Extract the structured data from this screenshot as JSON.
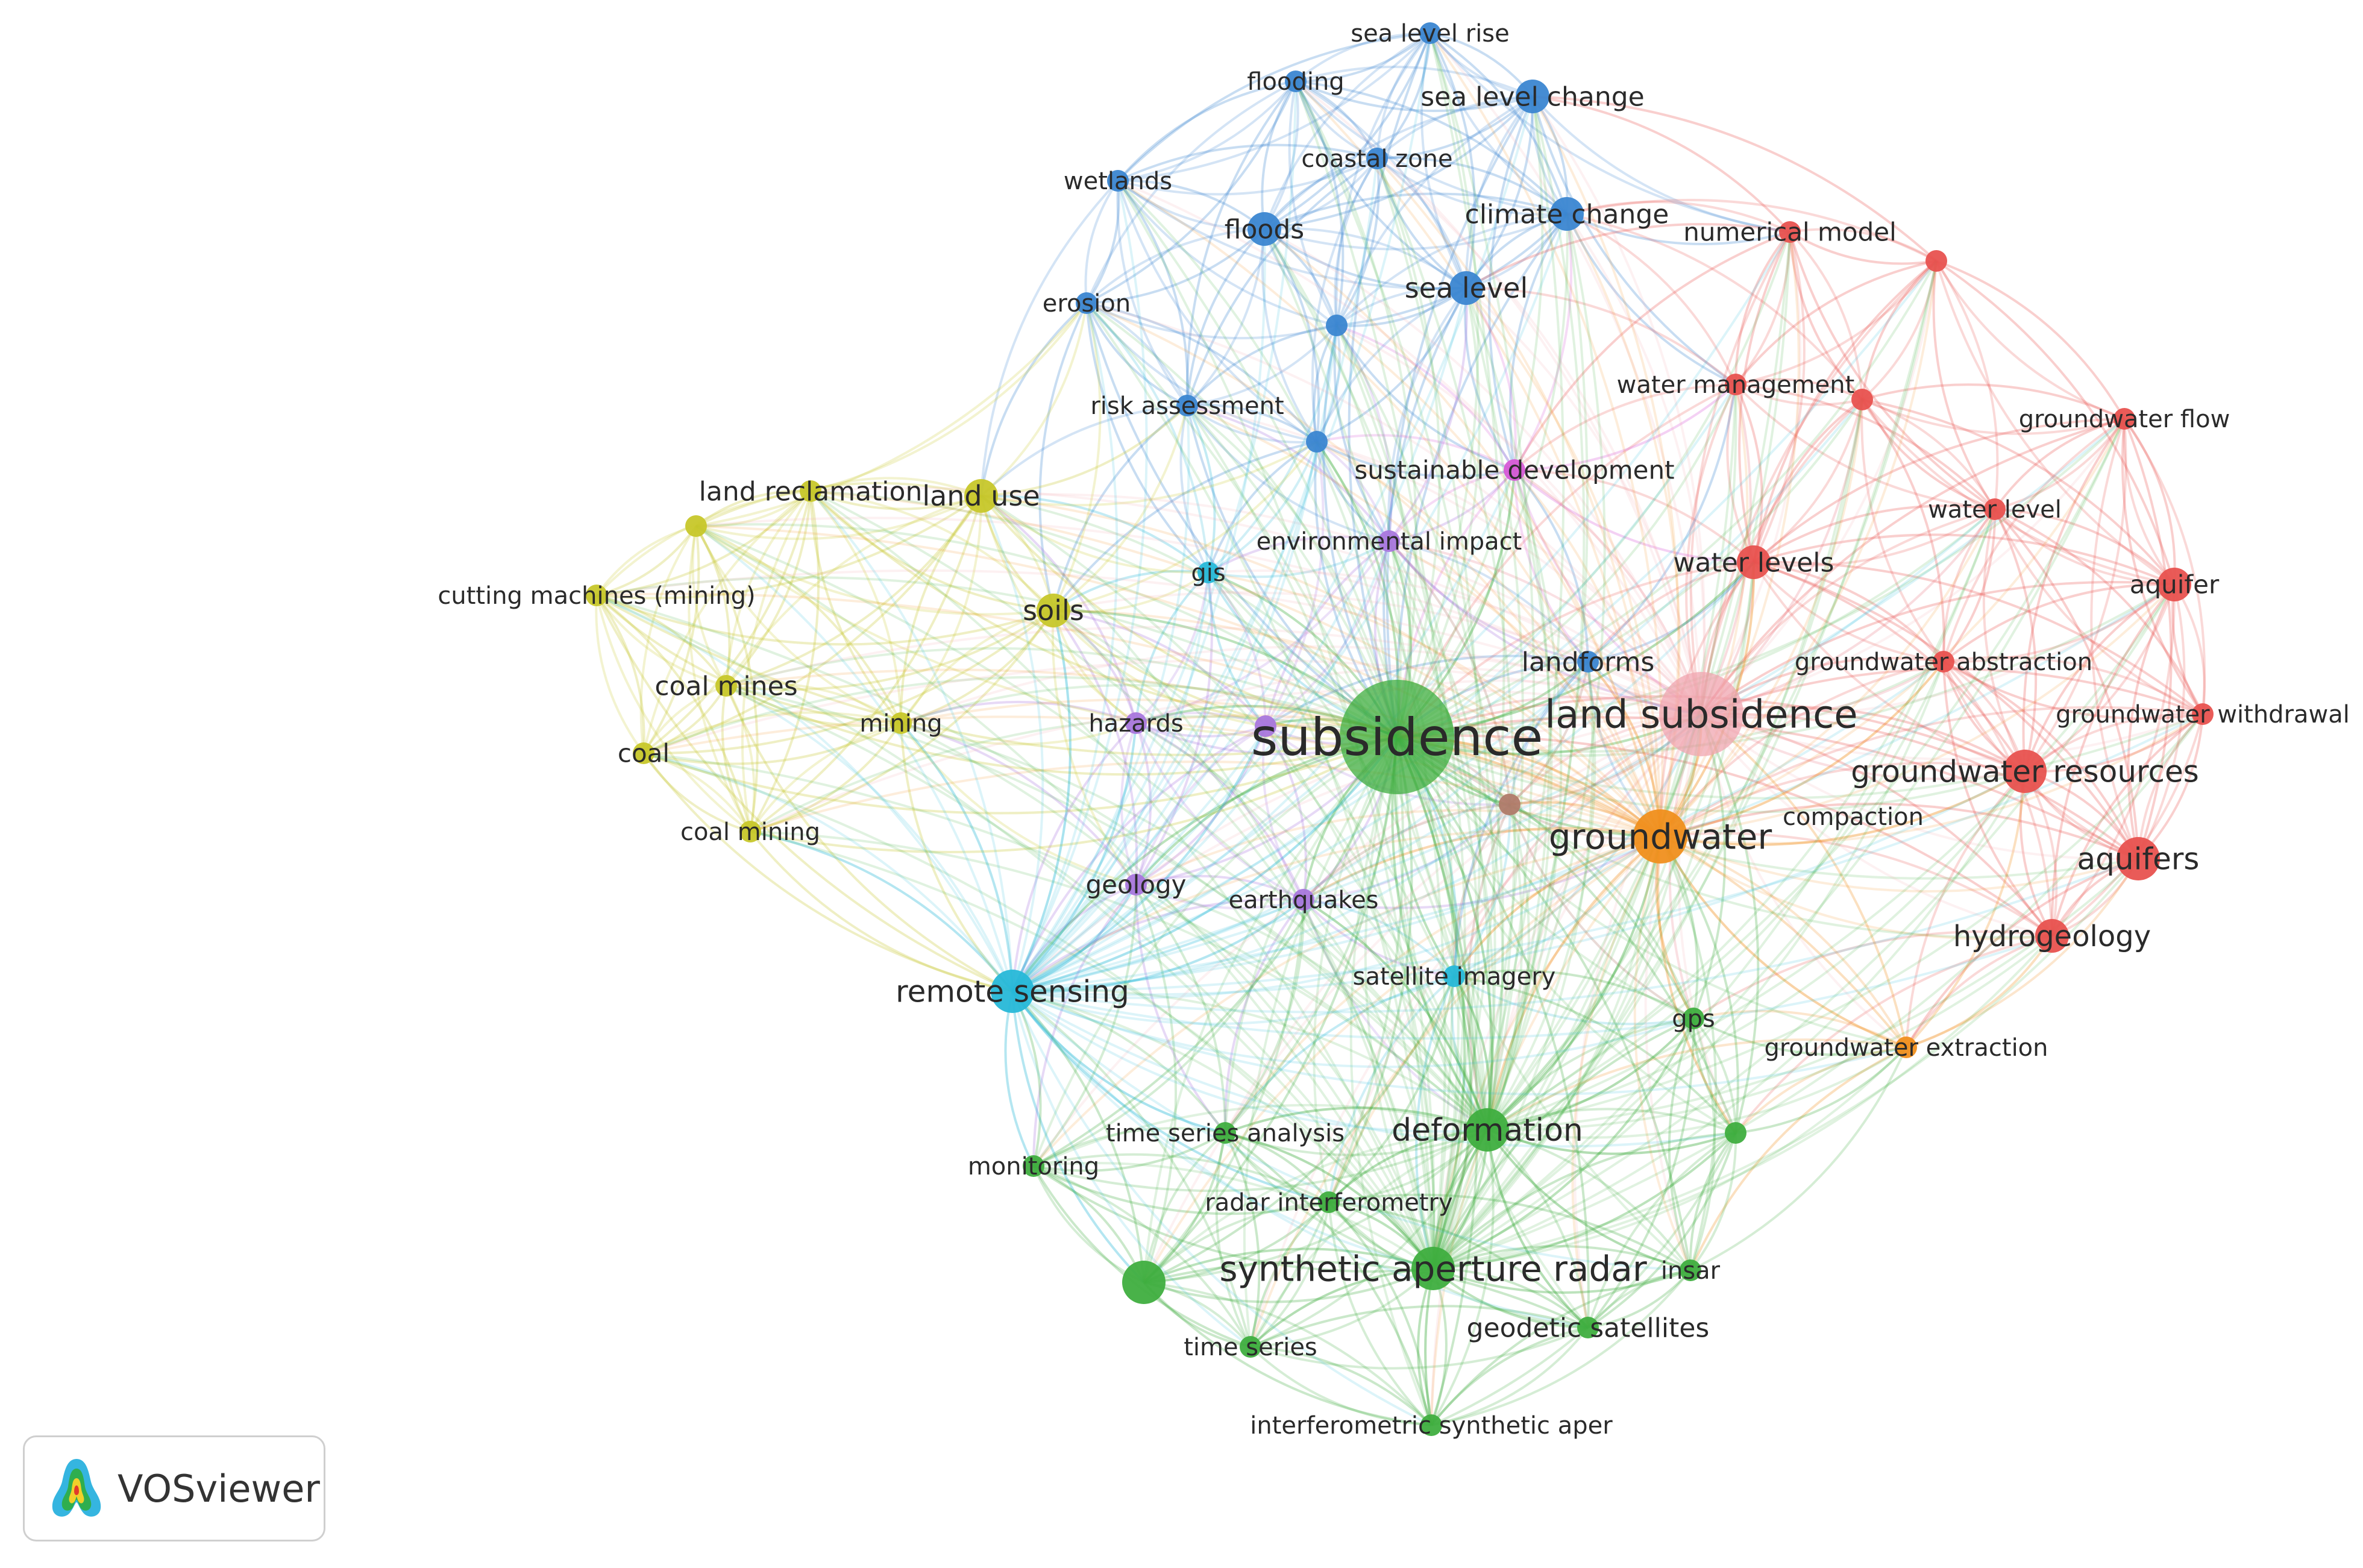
{
  "app": {
    "brand": "VOSviewer"
  },
  "clusters": {
    "red": "#e8524f",
    "green": "#3fae3f",
    "blue": "#3b86d1",
    "yellow": "#c7c72a",
    "purple": "#a977dd",
    "cyan": "#27b8d8",
    "orange": "#f08f1e",
    "pink": "#f0a5b0",
    "brown": "#b07b6a",
    "magenta": "#d65ad6"
  },
  "nodes": [
    {
      "id": "subsidence",
      "label": "subsidence",
      "cluster": "green",
      "weight": 10
    },
    {
      "id": "land_subsidence",
      "label": "land subsidence",
      "cluster": "pink",
      "weight": 7
    },
    {
      "id": "groundwater",
      "label": "groundwater",
      "cluster": "orange",
      "weight": 6
    },
    {
      "id": "synthetic_aperture_radar",
      "label": "synthetic aperture radar",
      "cluster": "green",
      "weight": 5
    },
    {
      "id": "deformation",
      "label": "deformation",
      "cluster": "green",
      "weight": 5
    },
    {
      "id": "remote_sensing",
      "label": "remote sensing",
      "cluster": "cyan",
      "weight": 5
    },
    {
      "id": "groundwater_resources",
      "label": "groundwater resources",
      "cluster": "red",
      "weight": 5
    },
    {
      "id": "aquifers",
      "label": "aquifers",
      "cluster": "red",
      "weight": 5
    },
    {
      "id": "hydrogeology",
      "label": "hydrogeology",
      "cluster": "red",
      "weight": 4
    },
    {
      "id": "sea_level",
      "label": "sea level",
      "cluster": "blue",
      "weight": 4
    },
    {
      "id": "climate_change",
      "label": "climate change",
      "cluster": "blue",
      "weight": 4
    },
    {
      "id": "sea_level_change",
      "label": "sea level change",
      "cluster": "blue",
      "weight": 4
    },
    {
      "id": "sea_level_rise",
      "label": "sea level rise",
      "cluster": "blue",
      "weight": 3
    },
    {
      "id": "flooding",
      "label": "flooding",
      "cluster": "blue",
      "weight": 3
    },
    {
      "id": "coastal_zone",
      "label": "coastal zone",
      "cluster": "blue",
      "weight": 3
    },
    {
      "id": "wetlands",
      "label": "wetlands",
      "cluster": "blue",
      "weight": 3
    },
    {
      "id": "floods",
      "label": "floods",
      "cluster": "blue",
      "weight": 4
    },
    {
      "id": "erosion",
      "label": "erosion",
      "cluster": "blue",
      "weight": 3
    },
    {
      "id": "risk_assessment",
      "label": "risk assessment",
      "cluster": "blue",
      "weight": 3
    },
    {
      "id": "blue_unlabeled_1",
      "label": "",
      "cluster": "blue",
      "weight": 3
    },
    {
      "id": "blue_unlabeled_2",
      "label": "",
      "cluster": "blue",
      "weight": 3
    },
    {
      "id": "numerical_model",
      "label": "numerical model",
      "cluster": "red",
      "weight": 3
    },
    {
      "id": "red_unlabeled_1",
      "label": "",
      "cluster": "red",
      "weight": 3
    },
    {
      "id": "water_management",
      "label": "water management",
      "cluster": "red",
      "weight": 3
    },
    {
      "id": "red_unlabeled_2",
      "label": "",
      "cluster": "red",
      "weight": 3
    },
    {
      "id": "groundwater_flow",
      "label": "groundwater flow",
      "cluster": "red",
      "weight": 3
    },
    {
      "id": "water_level",
      "label": "water level",
      "cluster": "red",
      "weight": 3
    },
    {
      "id": "aquifer",
      "label": "aquifer",
      "cluster": "red",
      "weight": 4
    },
    {
      "id": "water_levels",
      "label": "water levels",
      "cluster": "red",
      "weight": 4
    },
    {
      "id": "groundwater_abstraction",
      "label": "groundwater abstraction",
      "cluster": "red",
      "weight": 3
    },
    {
      "id": "groundwater_withdrawal",
      "label": "groundwater withdrawal",
      "cluster": "red",
      "weight": 3
    },
    {
      "id": "compaction",
      "label": "compaction",
      "cluster": "brown",
      "weight": 3
    },
    {
      "id": "sustainable_development",
      "label": "sustainable development",
      "cluster": "magenta",
      "weight": 3
    },
    {
      "id": "environmental_impact",
      "label": "environmental impact",
      "cluster": "purple",
      "weight": 3
    },
    {
      "id": "landforms",
      "label": "landforms",
      "cluster": "blue",
      "weight": 3
    },
    {
      "id": "hazards",
      "label": "hazards",
      "cluster": "purple",
      "weight": 3
    },
    {
      "id": "geology",
      "label": "geology",
      "cluster": "purple",
      "weight": 3
    },
    {
      "id": "earthquakes",
      "label": "earthquakes",
      "cluster": "purple",
      "weight": 3
    },
    {
      "id": "purple_unlabeled",
      "label": "",
      "cluster": "purple",
      "weight": 3
    },
    {
      "id": "gis",
      "label": "gis",
      "cluster": "cyan",
      "weight": 3
    },
    {
      "id": "satellite_imagery",
      "label": "satellite imagery",
      "cluster": "cyan",
      "weight": 3
    },
    {
      "id": "land_reclamation",
      "label": "land reclamation",
      "cluster": "yellow",
      "weight": 3
    },
    {
      "id": "land_use",
      "label": "land use",
      "cluster": "yellow",
      "weight": 4
    },
    {
      "id": "yellow_unlabeled",
      "label": "",
      "cluster": "yellow",
      "weight": 3
    },
    {
      "id": "cutting_machines",
      "label": "cutting machines (mining)",
      "cluster": "yellow",
      "weight": 3
    },
    {
      "id": "soils",
      "label": "soils",
      "cluster": "yellow",
      "weight": 4
    },
    {
      "id": "coal_mines",
      "label": "coal mines",
      "cluster": "yellow",
      "weight": 3
    },
    {
      "id": "mining",
      "label": "mining",
      "cluster": "yellow",
      "weight": 3
    },
    {
      "id": "coal",
      "label": "coal",
      "cluster": "yellow",
      "weight": 3
    },
    {
      "id": "coal_mining",
      "label": "coal mining",
      "cluster": "yellow",
      "weight": 3
    },
    {
      "id": "gps",
      "label": "gps",
      "cluster": "green",
      "weight": 3
    },
    {
      "id": "groundwater_extraction",
      "label": "groundwater extraction",
      "cluster": "orange",
      "weight": 3
    },
    {
      "id": "green_unlabeled_1",
      "label": "",
      "cluster": "green",
      "weight": 3
    },
    {
      "id": "time_series_analysis",
      "label": "time series analysis",
      "cluster": "green",
      "weight": 3
    },
    {
      "id": "monitoring",
      "label": "monitoring",
      "cluster": "green",
      "weight": 3
    },
    {
      "id": "radar_interferometry",
      "label": "radar interferometry",
      "cluster": "green",
      "weight": 3
    },
    {
      "id": "green_unlabeled_2",
      "label": "",
      "cluster": "green",
      "weight": 5
    },
    {
      "id": "insar",
      "label": "insar",
      "cluster": "green",
      "weight": 3
    },
    {
      "id": "geodetic_satellites",
      "label": "geodetic satellites",
      "cluster": "green",
      "weight": 3
    },
    {
      "id": "time_series",
      "label": "time series",
      "cluster": "green",
      "weight": 3
    },
    {
      "id": "interferometric_sar",
      "label": "interferometric synthetic aper",
      "cluster": "green",
      "weight": 3
    }
  ]
}
